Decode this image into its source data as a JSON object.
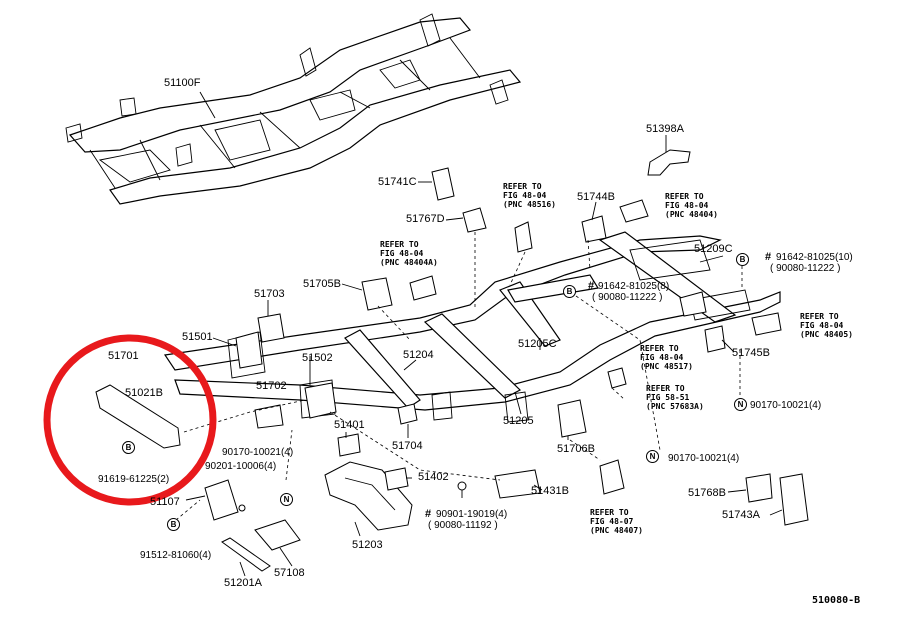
{
  "labels": {
    "p51100F": "51100F",
    "p51398A": "51398A",
    "p51741C": "51741C",
    "p51767D": "51767D",
    "p51744B": "51744B",
    "p51209C": "51209C",
    "p51703": "51703",
    "p51705B": "51705B",
    "p51501": "51501",
    "p51701": "51701",
    "p51021B": "51021B",
    "p51702": "51702",
    "p51502": "51502",
    "p51204": "51204",
    "p51205C": "51205C",
    "p51745B": "51745B",
    "p51401": "51401",
    "p51704": "51704",
    "p51205": "51205",
    "p51706B": "51706B",
    "p51402": "51402",
    "p51431B": "51431B",
    "p51768B": "51768B",
    "p51743A": "51743A",
    "p51107": "51107",
    "p51203": "51203",
    "p51201A": "51201A",
    "p57108": "57108",
    "b91619": "91619-61225(2)",
    "b90201": "90201-10006(4)",
    "b90170a": "90170-10021(4)",
    "b90170b": "90170-10021(4)",
    "b90170c": "90170-10021(4)",
    "b91512": "91512-81060(4)",
    "b90901": "90901-19019(4)",
    "b90080a": "( 90080-11192 )",
    "b91642a": "91642-81025(8)",
    "b90080b": "( 90080-11222 )",
    "b91642b": "91642-81025(10)",
    "b90080c": "( 90080-11222 )"
  },
  "refers": {
    "r1": "REFER TO\nFIG 48-04\n(PNC 48516)",
    "r2": "REFER TO\nFIG 48-04\n(PNC 48404)",
    "r3": "REFER TO\nFIG 48-04\n(PNC 48404A)",
    "r4": "REFER TO\nFIG 48-04\n(PNC 48405)",
    "r5": "REFER TO\nFIG 48-04\n(PNC 48517)",
    "r6": "REFER TO\nFIG 58-51\n(PNC 57683A)",
    "r7": "REFER TO\nFIG 48-07\n(PNC 48407)"
  },
  "symbols": {
    "b": "B",
    "n": "N",
    "hash": "#"
  },
  "diagram_code": "510080-B",
  "highlight_color": "#e8191c"
}
